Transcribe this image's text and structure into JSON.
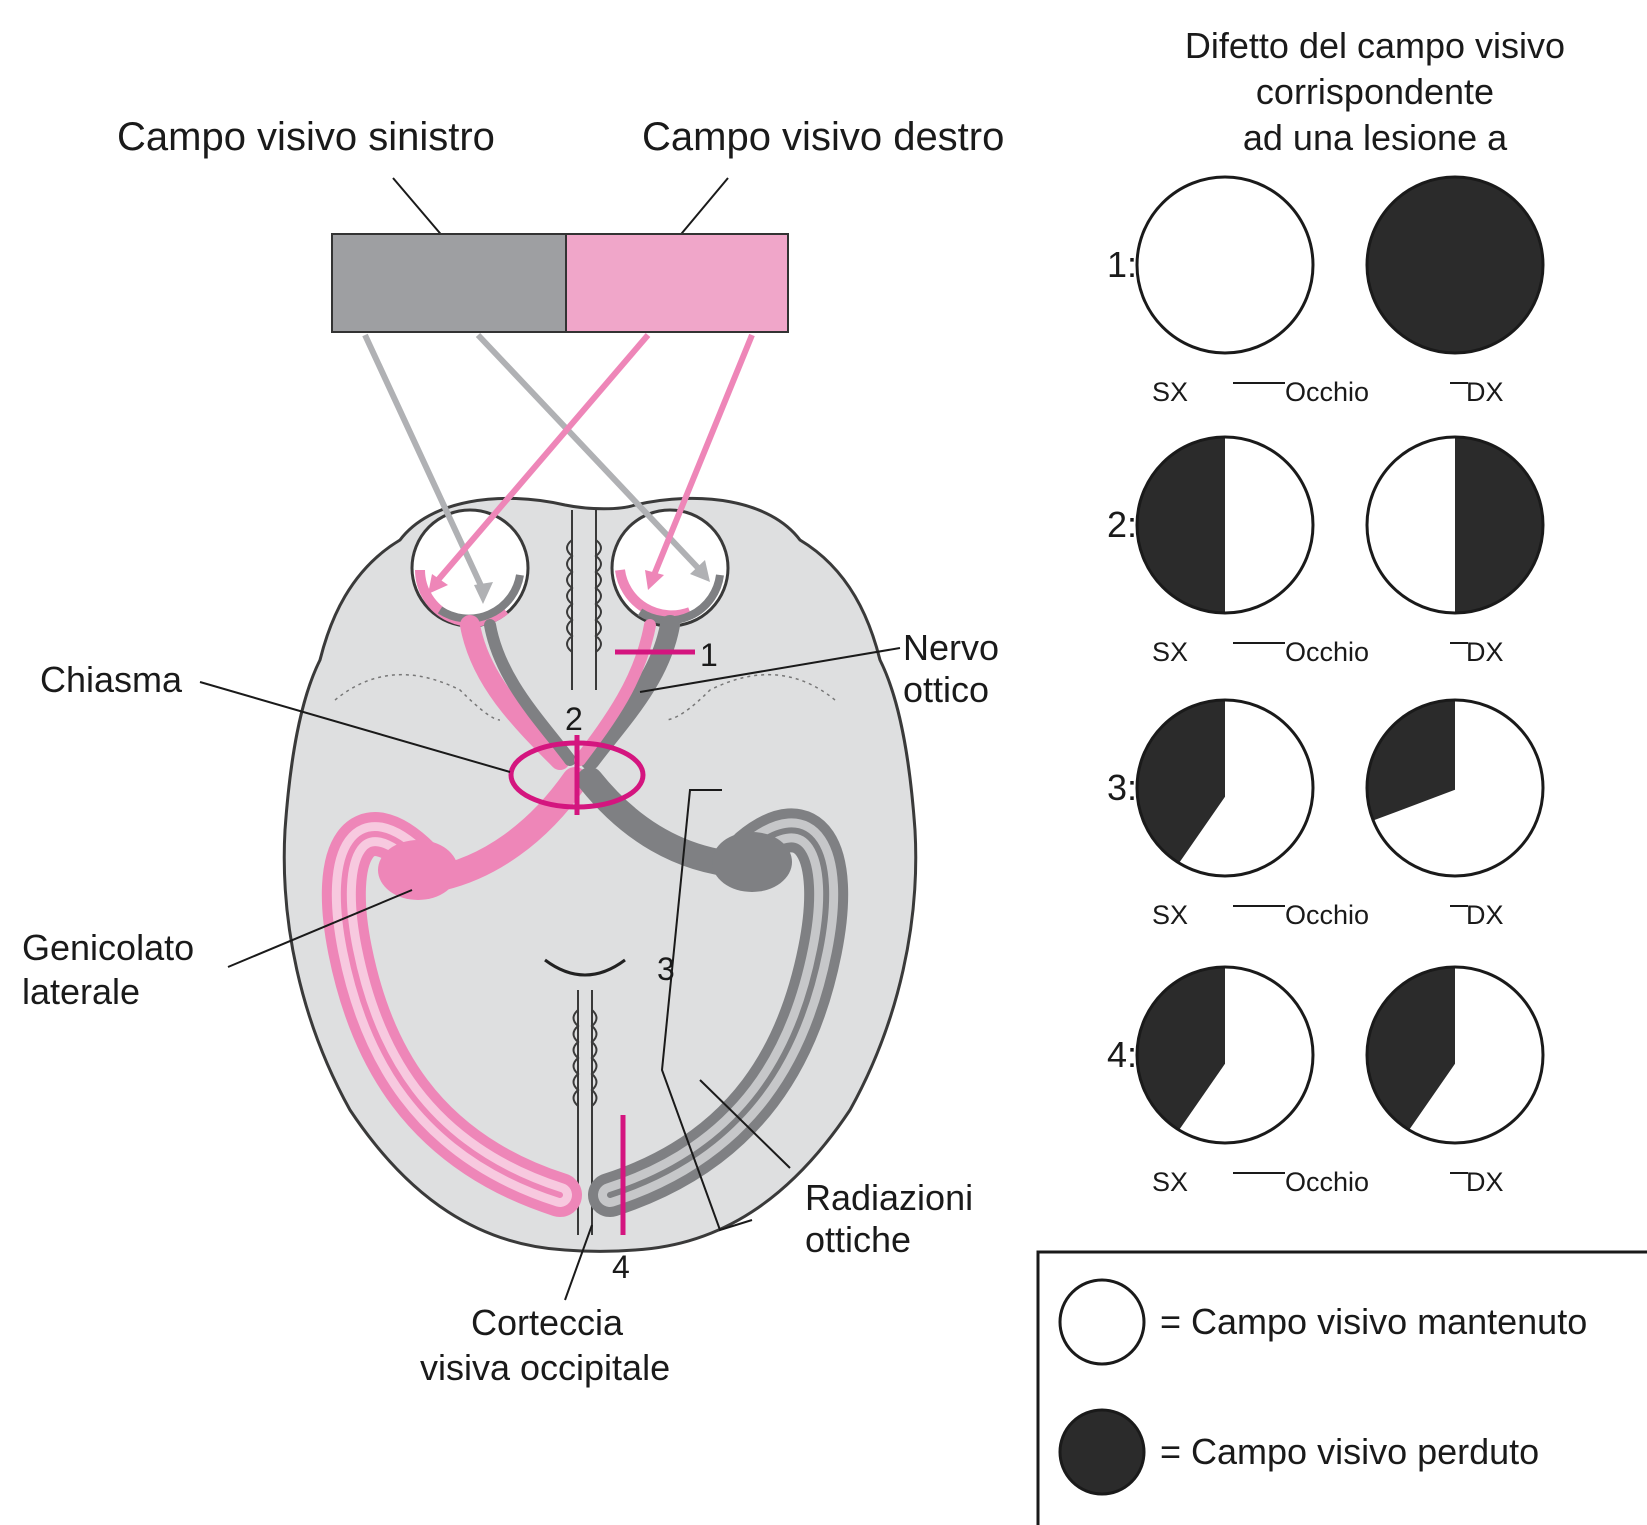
{
  "header": {
    "left_field": "Campo visivo sinistro",
    "right_field": "Campo visivo destro",
    "defect_title_1": "Difetto del campo visivo",
    "defect_title_2": "corrispondente",
    "defect_title_3": "ad una lesione a"
  },
  "anatomy_labels": {
    "nerve_1": "Nervo",
    "nerve_2": "ottico",
    "chiasma": "Chiasma",
    "geniculate_1": "Genicolato",
    "geniculate_2": "laterale",
    "radiations_1": "Radiazioni",
    "radiations_2": "ottiche",
    "cortex_1": "Corteccia",
    "cortex_2": "visiva occipitale"
  },
  "lesion_markers": [
    "1",
    "2",
    "3",
    "4"
  ],
  "defect_rows": [
    {
      "label": "1:",
      "left": "full-open",
      "right": "full-lost"
    },
    {
      "label": "2:",
      "left": "left-half-lost",
      "right": "right-half-lost"
    },
    {
      "label": "3:",
      "left": "left-sector-lost",
      "right": "upper-left-quadrant-lost"
    },
    {
      "label": "4:",
      "left": "left-sector-lost",
      "right": "left-sector-lost"
    }
  ],
  "eye_labels": {
    "left": "SX",
    "middle": "Occhio",
    "right": "DX"
  },
  "legend": {
    "kept": "= Campo visivo mantenuto",
    "lost": "= Campo visivo perduto"
  },
  "colors": {
    "left_field": "#9e9fa2",
    "right_field": "#f0a6c9",
    "pink_path": "#ee86b8",
    "gray_path": "#7f8083",
    "lesion": "#d4157f",
    "brain": "#dedfe0",
    "lost": "#2b2b2b"
  }
}
